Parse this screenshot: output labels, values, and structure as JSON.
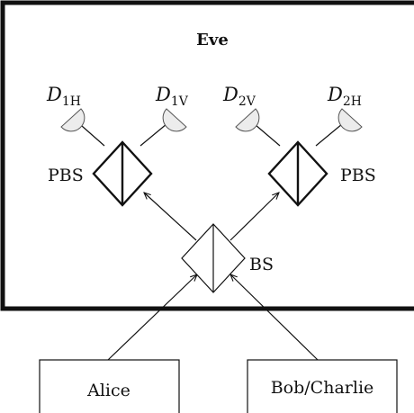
{
  "enclosure": {
    "label": "Eve"
  },
  "detectors": [
    {
      "letter": "D",
      "sub": "1H"
    },
    {
      "letter": "D",
      "sub": "1V"
    },
    {
      "letter": "D",
      "sub": "2V"
    },
    {
      "letter": "D",
      "sub": "2H"
    }
  ],
  "splitters": {
    "pbs_left": "PBS",
    "pbs_right": "PBS",
    "bs": "BS"
  },
  "sources": {
    "left": "Alice",
    "right": "Bob/Charlie"
  }
}
